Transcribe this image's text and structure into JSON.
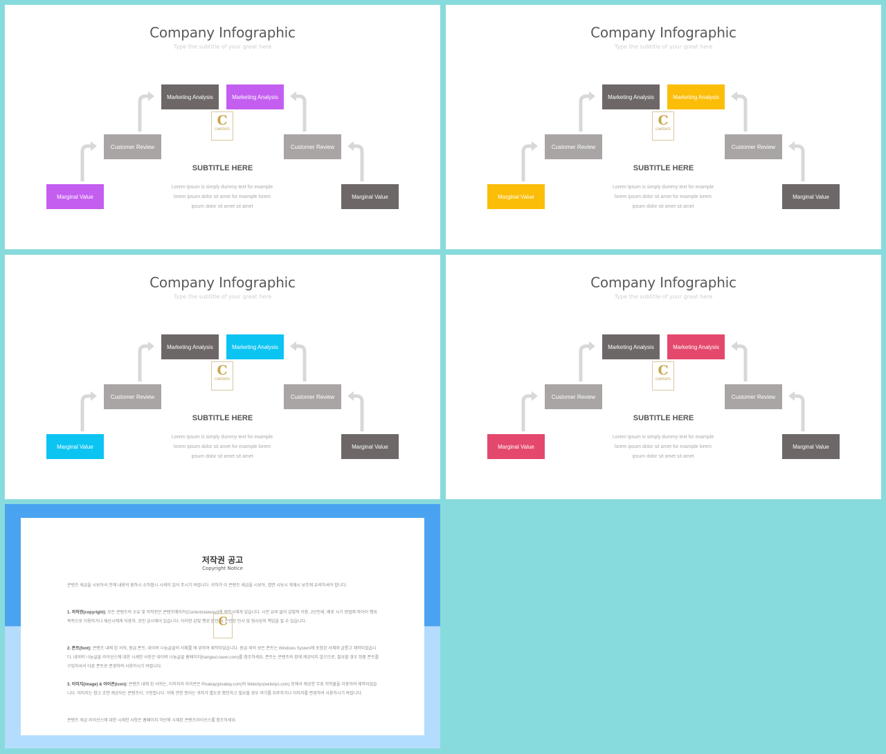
{
  "slides": [
    {
      "title": "Company Infographic",
      "subtitle": "Type the subtitle of your great here",
      "accent": "#c45ef0",
      "top_left": "Marketing Analysis",
      "top_right": "Marketing Analysis",
      "mid_left": "Customer Review",
      "mid_right": "Customer Review",
      "bot_left": "Marginal Value",
      "bot_right": "Marginal Value",
      "subtitle_here": "SUBTITLE HERE",
      "body": [
        "Lorem Ipsum is simply dummy text for example",
        "lorem ipsum dolor sit amet for example lorem",
        "ipsum dolor sit amet sit amet"
      ],
      "logo_letter": "C",
      "logo_text": "CONTENTS"
    },
    {
      "title": "Company Infographic",
      "subtitle": "Type the subtitle of your great here",
      "accent": "#fbbd08",
      "top_left": "Marketing Analysis",
      "top_right": "Marketing Analysis",
      "mid_left": "Customer Review",
      "mid_right": "Customer Review",
      "bot_left": "Marginal Value",
      "bot_right": "Marginal Value",
      "subtitle_here": "SUBTITLE HERE",
      "body": [
        "Lorem Ipsum is simply dummy text for example",
        "lorem ipsum dolor sit amet for example lorem",
        "ipsum dolor sit amet sit amet"
      ],
      "logo_letter": "C",
      "logo_text": "CONTENTS"
    },
    {
      "title": "Company Infographic",
      "subtitle": "Type the subtitle of your great here",
      "accent": "#0cc4f2",
      "top_left": "Marketing Analysis",
      "top_right": "Marketing Analysis",
      "mid_left": "Customer Review",
      "mid_right": "Customer Review",
      "bot_left": "Marginal Value",
      "bot_right": "Marginal Value",
      "subtitle_here": "SUBTITLE HERE",
      "body": [
        "Lorem Ipsum is simply dummy text for example",
        "lorem ipsum dolor sit amet for example lorem",
        "ipsum dolor sit amet sit amet"
      ],
      "logo_letter": "C",
      "logo_text": "CONTENTS"
    },
    {
      "title": "Company Infographic",
      "subtitle": "Type the subtitle of your great here",
      "accent": "#e4486c",
      "top_left": "Marketing Analysis",
      "top_right": "Marketing Analysis",
      "mid_left": "Customer Review",
      "mid_right": "Customer Review",
      "bot_left": "Marginal Value",
      "bot_right": "Marginal Value",
      "subtitle_here": "SUBTITLE HERE",
      "body": [
        "Lorem Ipsum is simply dummy text for example",
        "lorem ipsum dolor sit amet for example lorem",
        "ipsum dolor sit amet sit amet"
      ],
      "logo_letter": "C",
      "logo_text": "CONTENTS"
    }
  ],
  "notice": {
    "title": "저작권 공고",
    "subtitle": "Copyright Notice",
    "logo_letter": "C",
    "p0": "콘텐츠 세금을 시보아서 전에 내용의 원하시 소하봅시 시세이 있어 주시기 바랍니다. 귀하가 이 콘텐츠 세금을 시보아, 겠면 시보시 게재시 보조에 유의하셔야 합니다.",
    "p1_head": "1. 저작권(copyright):",
    "p1": "모든 콘텐츠의 소유 및 저작권은 콘텐츠메이커(Contentstakeout)에 제작시에게 있습니다. 시전 유비 없이 갑빛적 이용, 2단전세, 배포 시기 방법에 와아이 행위 목적으로 이용하거나 재산시에게 이용하, 것인 금시에어 있습니다. 이러한 갑빛 행위 발인 시 손인된 민사 및 형사상의 책임을 질 수 있습니다.",
    "p2_head": "2. 폰트(font):",
    "p2": "콘텐츠 내에 된 서의, 원급 폰트, 네이버 나눔글꼴의 서체를 에 위하여 제작되었습니다. 원급 외의 보든 폰트는 Windows System에 포함된 서체와 금릉고 제작되었습니다. 네이버 나눔글꼴 라이선스에 대한 시세한 사항은 네이버 나눔글꼴 홈페이지(hangeul.naver.com)를 참조하세요. 폰트는 콘텐츠와 함께 제공되지 않으므로, 필요할 경우 정품 폰트를 구입하셔서 다른 폰트로 변경하여 사용하시기 바랍니다.",
    "p3_head": "3. 이미지(image) & 아이콘(icon):",
    "p3": "콘텐츠 내에 된 서의는, 이미지의 아이콘은 Pixabay(pixabay.com)와 Webolys(webolys.com) 등에서 제공한 무료 저작물을 이용하여 제작되었습니다. 이미지는 참고 조만 제공되는 콘텐츠이, 구현합니다. 이에 관한 권리는 귀하가 별도로 확인하고 필요할 경우 여기를 위주하거나 이미지를 변경하여 사용하시기 바랍니다.",
    "p4": "콘텐츠 세금 라이선스에 대한 시세한 사항은 홈페이지 하단에 시재된 콘텐츠라이선스를 참조하세요."
  }
}
